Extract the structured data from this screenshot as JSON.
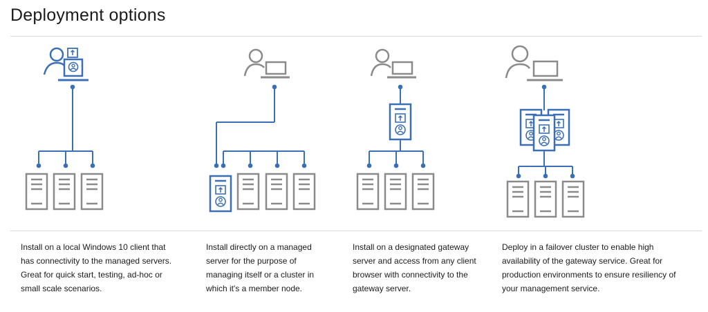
{
  "page_title": "Deployment options",
  "colors": {
    "blue": "#3a6fb6",
    "gray": "#8a8a8a",
    "rule": "#d9d9d9"
  },
  "icons": [
    "user-icon",
    "laptop-icon",
    "gateway-server-icon",
    "server-icon",
    "network-connector-icon"
  ],
  "options": [
    {
      "id": "local-client",
      "description": "Install on a local Windows 10 client that has connectivity to the managed servers. Great for quick start, testing, ad-hoc or small scale scenarios."
    },
    {
      "id": "managed-server",
      "description": "Install directly on a managed server for the purpose of managing itself or a cluster in which it's a member node."
    },
    {
      "id": "gateway-server",
      "description": "Install on a designated gateway server and access from any client browser with connectivity to the gateway server."
    },
    {
      "id": "failover-cluster",
      "description": "Deploy in a failover cluster to enable high availability of the gateway service. Great for production environments to ensure resiliency of your management service."
    }
  ]
}
